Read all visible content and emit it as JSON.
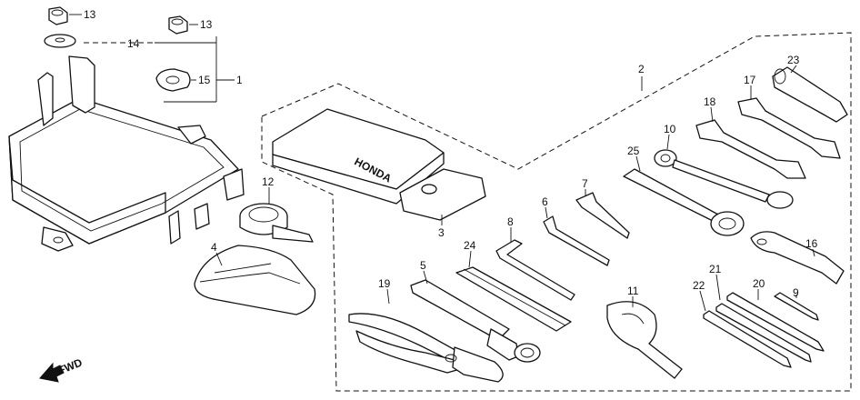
{
  "callouts": {
    "c1": "1",
    "c2": "2",
    "c3": "3",
    "c4": "4",
    "c5": "5",
    "c6": "6",
    "c7": "7",
    "c8": "8",
    "c9": "9",
    "c10": "10",
    "c11": "11",
    "c12": "12",
    "c13a": "13",
    "c13b": "13",
    "c14": "14",
    "c15": "15",
    "c16": "16",
    "c17": "17",
    "c18": "18",
    "c19": "19",
    "c20": "20",
    "c21": "21",
    "c22": "22",
    "c23": "23",
    "c24": "24",
    "c25": "25"
  },
  "pouch_brand": "HONDA",
  "direction_label": "FWD"
}
